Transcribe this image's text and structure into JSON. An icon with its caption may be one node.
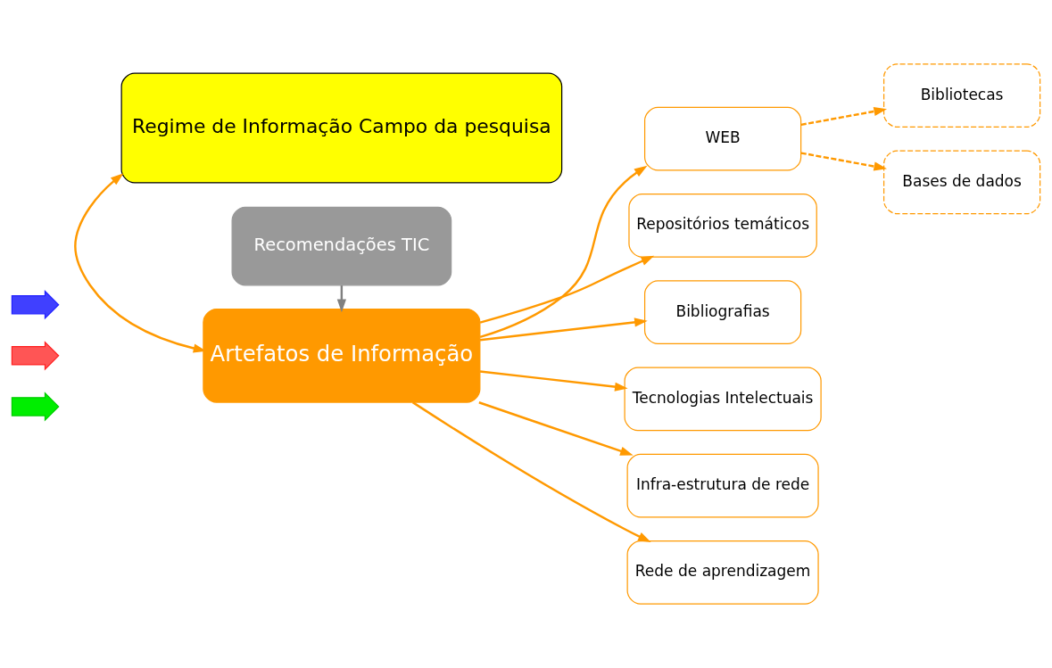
{
  "diagram": {
    "nodes": [
      {
        "text": [
          "Regime de Informação Campo da pesquisa"
        ]
      },
      {
        "text": [],
        "shape": "arrow"
      },
      {
        "text": [],
        "shape": "arrow"
      },
      {
        "text": [],
        "shape": "arrow"
      },
      {
        "text": [
          "Artefatos de Informação"
        ]
      },
      {
        "text": [
          "Recomendações TIC"
        ]
      },
      {
        "text": [
          "WEB"
        ]
      },
      {
        "text": [
          "Repositórios temáticos"
        ]
      },
      {
        "text": [
          "Bibliografias"
        ]
      },
      {
        "text": [
          "Tecnologias Intelectuais"
        ]
      },
      {
        "text": [
          "Infra-estrutura de rede"
        ]
      },
      {
        "text": [
          "Rede de aprendizagem"
        ]
      },
      {
        "text": [
          "Bibliotecas"
        ]
      },
      {
        "text": [
          "Bases de dados"
        ]
      }
    ],
    "edges": [
      {
        "from": 0,
        "to": 4,
        "arrow": "both"
      },
      {
        "from": 5,
        "to": 4,
        "arrow": "to",
        "color": "#808080"
      },
      {
        "from": 4,
        "to": 6,
        "arrow": "to"
      },
      {
        "from": 4,
        "to": 7,
        "arrow": "to"
      },
      {
        "from": 4,
        "to": 8,
        "arrow": "to"
      },
      {
        "from": 4,
        "to": 9,
        "arrow": "to"
      },
      {
        "from": 4,
        "to": 10,
        "arrow": "to"
      },
      {
        "from": 4,
        "to": 11,
        "arrow": "to"
      },
      {
        "from": 6,
        "to": 12,
        "arrow": "to",
        "style": "dashed"
      },
      {
        "from": 6,
        "to": 13,
        "arrow": "to",
        "style": "dashed"
      }
    ]
  }
}
